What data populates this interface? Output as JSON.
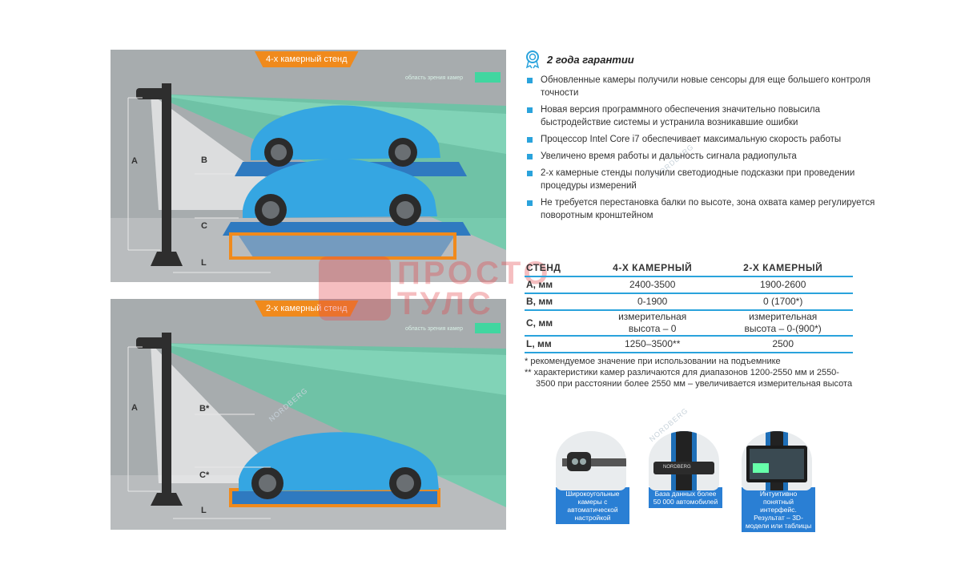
{
  "panel_top": {
    "tag": "4-х камерный стенд",
    "legend": "область зрения камер",
    "labels": {
      "a": "A",
      "b": "B",
      "c": "C",
      "l": "L"
    }
  },
  "panel_bottom": {
    "tag": "2-х камерный стенд",
    "legend": "область зрения камер",
    "labels": {
      "a": "A",
      "b": "B*",
      "c": "C*",
      "l": "L"
    }
  },
  "warranty": {
    "icon": "award-ribbon-icon",
    "title": "2 года гарантии"
  },
  "bullets": [
    "Обновленные камеры получили новые сенсоры для еще большего контроля точности",
    "Новая версия программного обеспечения значительно повысила быстродействие системы и устранила возникавшие ошибки",
    "Процессор Intel Core i7 обеспечивает максимальную скорость работы",
    "Увеличено время работы и дальность сигнала радиопульта",
    "2-х камерные стенды получили светодиодные подсказки при проведении процедуры измерений",
    "Не требуется перестановка балки по высоте, зона охвата камер регулируется поворотным кронштейном"
  ],
  "spec_table": {
    "headers": [
      "СТЕНД",
      "4-Х КАМЕРНЫЙ",
      "2-Х КАМЕРНЫЙ"
    ],
    "rows": [
      [
        "A, мм",
        "2400-3500",
        "1900-2600"
      ],
      [
        "B, мм",
        "0-1900",
        "0 (1700*)"
      ],
      [
        "C, мм",
        "измерительная высота – 0",
        "измерительная высота – 0-(900*)"
      ],
      [
        "L, мм",
        "1250–3500**",
        "2500"
      ]
    ]
  },
  "notes": [
    "*  рекомендуемое значение при использовании на подъемнике",
    "** характеристики камер различаются для диапазонов 1200-2550 мм и 2550-3500 при расстоянии более 2550 мм – увеличивается измерительная высота"
  ],
  "features": [
    {
      "caption": "Широкоугольные камеры с автоматической настройкой"
    },
    {
      "caption": "База данных более 50 000 автомобилей",
      "device_label": "NORDBERG"
    },
    {
      "caption": "Интуитивно понятный интерфейс. Результат – 3D-модели или таблицы"
    }
  ],
  "watermark": {
    "line1": "ПРОСТО",
    "line2": "ТУЛС"
  },
  "brand": "NORDBERG",
  "colors": {
    "accent": "#2aa3dc",
    "orange_tag": "#f08a1c",
    "camera_zone": "#41d6a0",
    "car": "#2f9fd8",
    "caption_bg": "#2a7fd4"
  }
}
